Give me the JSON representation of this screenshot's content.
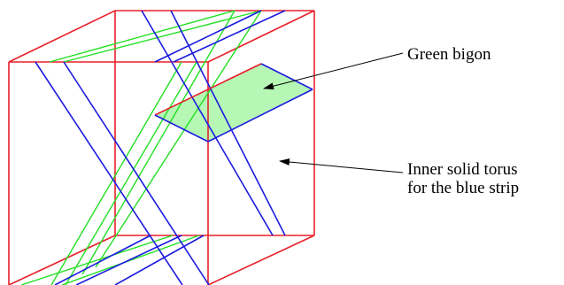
{
  "labels": {
    "green_bigon": "Green bigon",
    "inner_torus_line1": "Inner solid torus",
    "inner_torus_line2": "for the blue strip"
  },
  "colors": {
    "cube_edges": "#e8202a",
    "blue_strip": "#1b1be0",
    "green_strip": "#22e022",
    "bigon_fill": "#b6f7b6",
    "annotation": "#000000"
  }
}
